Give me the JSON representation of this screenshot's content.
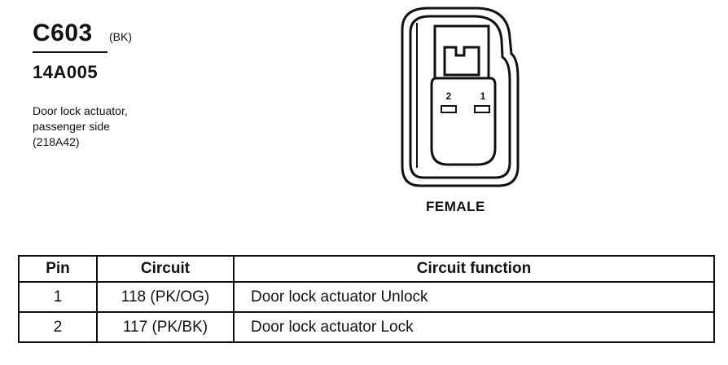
{
  "connector": {
    "id": "C603",
    "color_code": "(BK)",
    "part_number": "14A005",
    "description_lines": [
      "Door lock actuator,",
      "passenger side",
      "(218A42)"
    ],
    "gender": "FEMALE",
    "cavity_labels": [
      "2",
      "1"
    ]
  },
  "table": {
    "headers": [
      "Pin",
      "Circuit",
      "Circuit function"
    ],
    "rows": [
      {
        "pin": "1",
        "circuit": "118 (PK/OG)",
        "function": "Door lock actuator Unlock"
      },
      {
        "pin": "2",
        "circuit": "117 (PK/BK)",
        "function": "Door lock actuator Lock"
      }
    ]
  }
}
